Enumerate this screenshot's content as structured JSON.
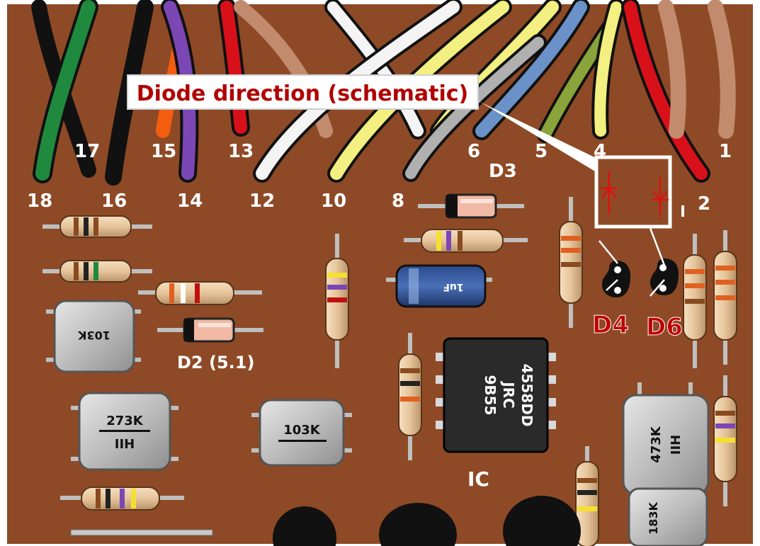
{
  "colors": {
    "board": "#8e4a26",
    "annotation": "#c00000",
    "silkscreen": "#ffffff"
  },
  "callout": {
    "title": "Diode direction (schematic)"
  },
  "pad_numbers": {
    "upper": [
      "17",
      "15",
      "13",
      "6",
      "5",
      "4",
      "1"
    ],
    "lower": [
      "18",
      "16",
      "14",
      "12",
      "10",
      "8",
      "2"
    ]
  },
  "components": {
    "d3": "D3",
    "d2": "D2 (5.1)",
    "ic": "IC",
    "d4": "D4",
    "d6": "D6",
    "cap_a": "103K",
    "cap_b": "273K",
    "cap_b_mark": "IIH",
    "cap_c": "103K",
    "cap_d": "473K",
    "cap_d_mark": "IIH",
    "cap_e": "183K",
    "electrolytic": "1uF",
    "ic_lines": [
      "4558DD",
      "JRC",
      "9B55"
    ]
  }
}
